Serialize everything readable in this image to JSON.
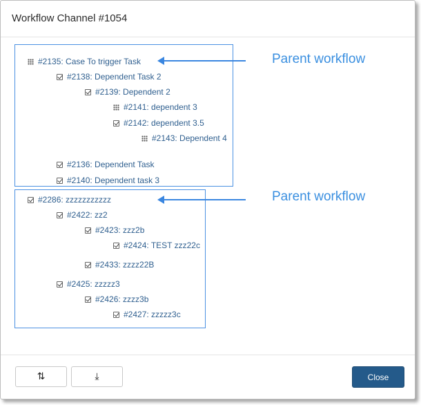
{
  "dialog": {
    "title": "Workflow Channel #1054"
  },
  "annotations": {
    "parent_label_1": "Parent workflow",
    "parent_label_2": "Parent workflow",
    "color": "#3a8fe0"
  },
  "tree1": {
    "nodes": [
      {
        "label": "#2135: Case To trigger Task",
        "icon": "grid-icon"
      },
      {
        "label": "#2138: Dependent Task 2",
        "icon": "checkbox-icon"
      },
      {
        "label": "#2139: Dependent 2",
        "icon": "checkbox-icon"
      },
      {
        "label": "#2141: dependent 3",
        "icon": "grid-icon"
      },
      {
        "label": "#2142: dependent 3.5",
        "icon": "checkbox-icon"
      },
      {
        "label": "#2143: Dependent 4",
        "icon": "grid-icon"
      },
      {
        "label": "#2136: Dependent Task",
        "icon": "checkbox-icon"
      },
      {
        "label": "#2140: Dependent task 3",
        "icon": "checkbox-icon"
      }
    ]
  },
  "tree2": {
    "nodes": [
      {
        "label": "#2286: zzzzzzzzzzz",
        "icon": "checkbox-icon"
      },
      {
        "label": "#2422: zz2",
        "icon": "checkbox-icon"
      },
      {
        "label": "#2423: zzz2b",
        "icon": "checkbox-icon"
      },
      {
        "label": "#2424: TEST zzz22c",
        "icon": "checkbox-icon"
      },
      {
        "label": "#2433: zzzz22B",
        "icon": "checkbox-icon"
      },
      {
        "label": "#2425: zzzzz3",
        "icon": "checkbox-icon"
      },
      {
        "label": "#2426: zzzz3b",
        "icon": "checkbox-icon"
      },
      {
        "label": "#2427: zzzzz3c",
        "icon": "checkbox-icon"
      }
    ]
  },
  "footer": {
    "sort_icon": "⇅",
    "download_icon": "⤓",
    "close_label": "Close",
    "primary_color": "#245a8a"
  }
}
